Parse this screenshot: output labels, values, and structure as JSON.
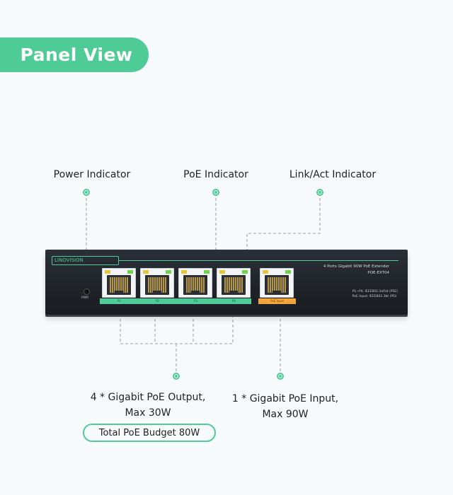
{
  "header": {
    "badge_label": "Panel View"
  },
  "callouts": {
    "power_indicator": "Power Indicator",
    "poe_indicator": "PoE Indicator",
    "link_act_indicator": "Link/Act Indicator",
    "poe_output": {
      "line1": "4 * Gigabit PoE Output,",
      "line2": "Max 30W"
    },
    "poe_input": {
      "line1": "1 * Gigabit PoE Input,",
      "line2": "Max 90W"
    },
    "budget": "Total PoE Budget 80W"
  },
  "device": {
    "brand": "LINOVISION",
    "model_line1": "4 Ports Gigabit 90W PoE Extender",
    "model_line2": "POE-EXT04",
    "power_label": "PWR",
    "port_labels": [
      "P1",
      "P2",
      "P3",
      "P4"
    ],
    "input_label": "PoE Input",
    "spec_line1": "P1~P4: IEEE802.3af/at (PSE)",
    "spec_line2": "PoE Input: IEEE802.3bt (PD)"
  },
  "colors": {
    "accent": "#4ecb96",
    "input_strip": "#f2a53a",
    "device_body": "#1f2329"
  },
  "icons": [
    "ethernet-port-icon",
    "power-led-icon"
  ]
}
